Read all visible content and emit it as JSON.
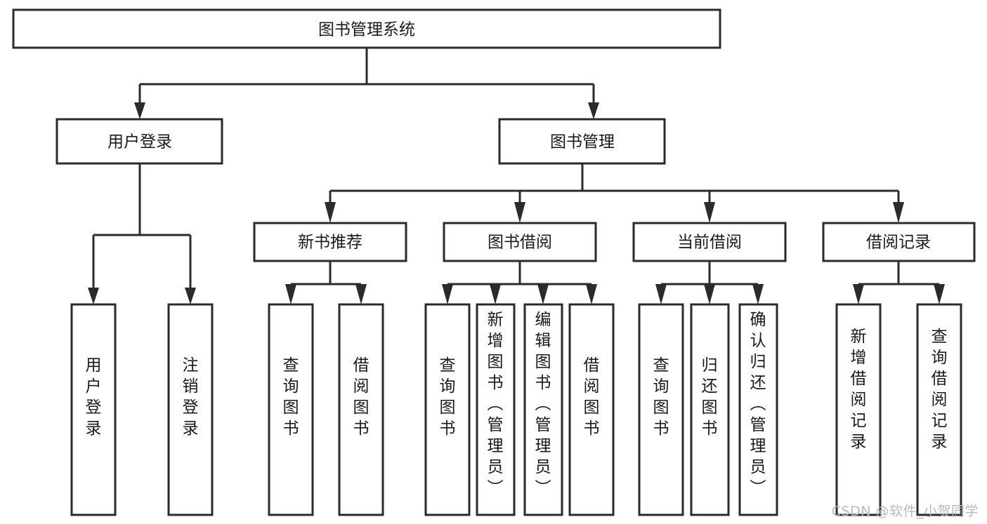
{
  "diagram": {
    "title": "图书管理系统",
    "type": "tree",
    "watermark": "CSDN @软件_小贺同学",
    "colors": {
      "box_stroke": "#2b2b2b",
      "box_fill": "#ffffff",
      "text": "#1a1a1a",
      "connector": "#2b2b2b",
      "watermark": "#b9b9b9",
      "background": "#ffffff"
    },
    "levels": {
      "root": {
        "label": "图书管理系统"
      },
      "level1": [
        {
          "label": "用户登录"
        },
        {
          "label": "图书管理"
        }
      ],
      "level2": [
        {
          "label": "新书推荐",
          "parent": "图书管理"
        },
        {
          "label": "图书借阅",
          "parent": "图书管理"
        },
        {
          "label": "当前借阅",
          "parent": "图书管理"
        },
        {
          "label": "借阅记录",
          "parent": "图书管理"
        }
      ],
      "leaves": {
        "用户登录": [
          {
            "label": "用户登录"
          },
          {
            "label": "注销登录"
          }
        ],
        "新书推荐": [
          {
            "label": "查询图书"
          },
          {
            "label": "借阅图书"
          }
        ],
        "图书借阅": [
          {
            "label": "查询图书"
          },
          {
            "label": "新增图书（管理员）"
          },
          {
            "label": "编辑图书（管理员）"
          },
          {
            "label": "借阅图书"
          }
        ],
        "当前借阅": [
          {
            "label": "查询图书"
          },
          {
            "label": "归还图书"
          },
          {
            "label": "确认归还（管理员）"
          }
        ],
        "借阅记录": [
          {
            "label": "新增借阅记录"
          },
          {
            "label": "查询借阅记录"
          }
        ]
      }
    }
  }
}
